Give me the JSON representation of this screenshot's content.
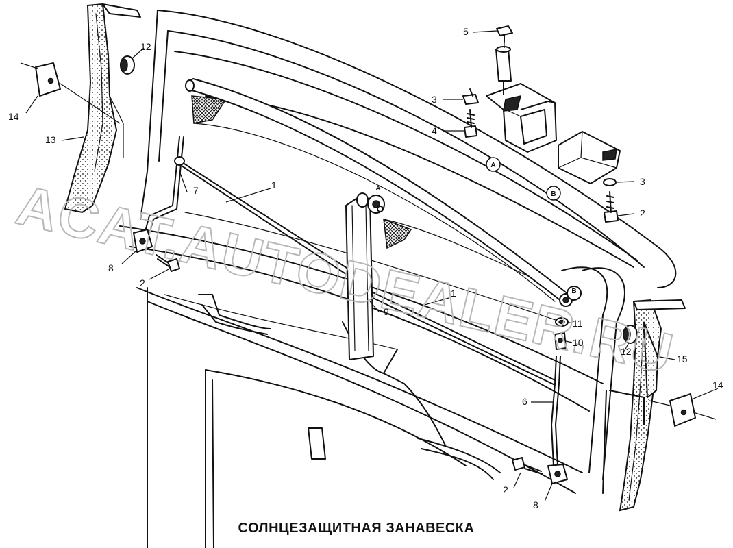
{
  "title": "СОЛНЦЕЗАЩИТНАЯ ЗАНАВЕСКА",
  "watermark": "ACAT.AUTODEALER.RU",
  "detail_views": [
    "A",
    "B"
  ],
  "callouts": {
    "c1a": "1",
    "c1b": "1",
    "c2a": "2",
    "c2b": "2",
    "c2c": "2",
    "c3a": "3",
    "c3b": "3",
    "c4": "4",
    "c5": "5",
    "c6": "6",
    "c7": "7",
    "c8a": "8",
    "c8b": "8",
    "c9": "9",
    "c10": "10",
    "c11": "11",
    "c12a": "12",
    "c12b": "12",
    "c13": "13",
    "c14a": "14",
    "c14b": "14",
    "c15": "15"
  }
}
